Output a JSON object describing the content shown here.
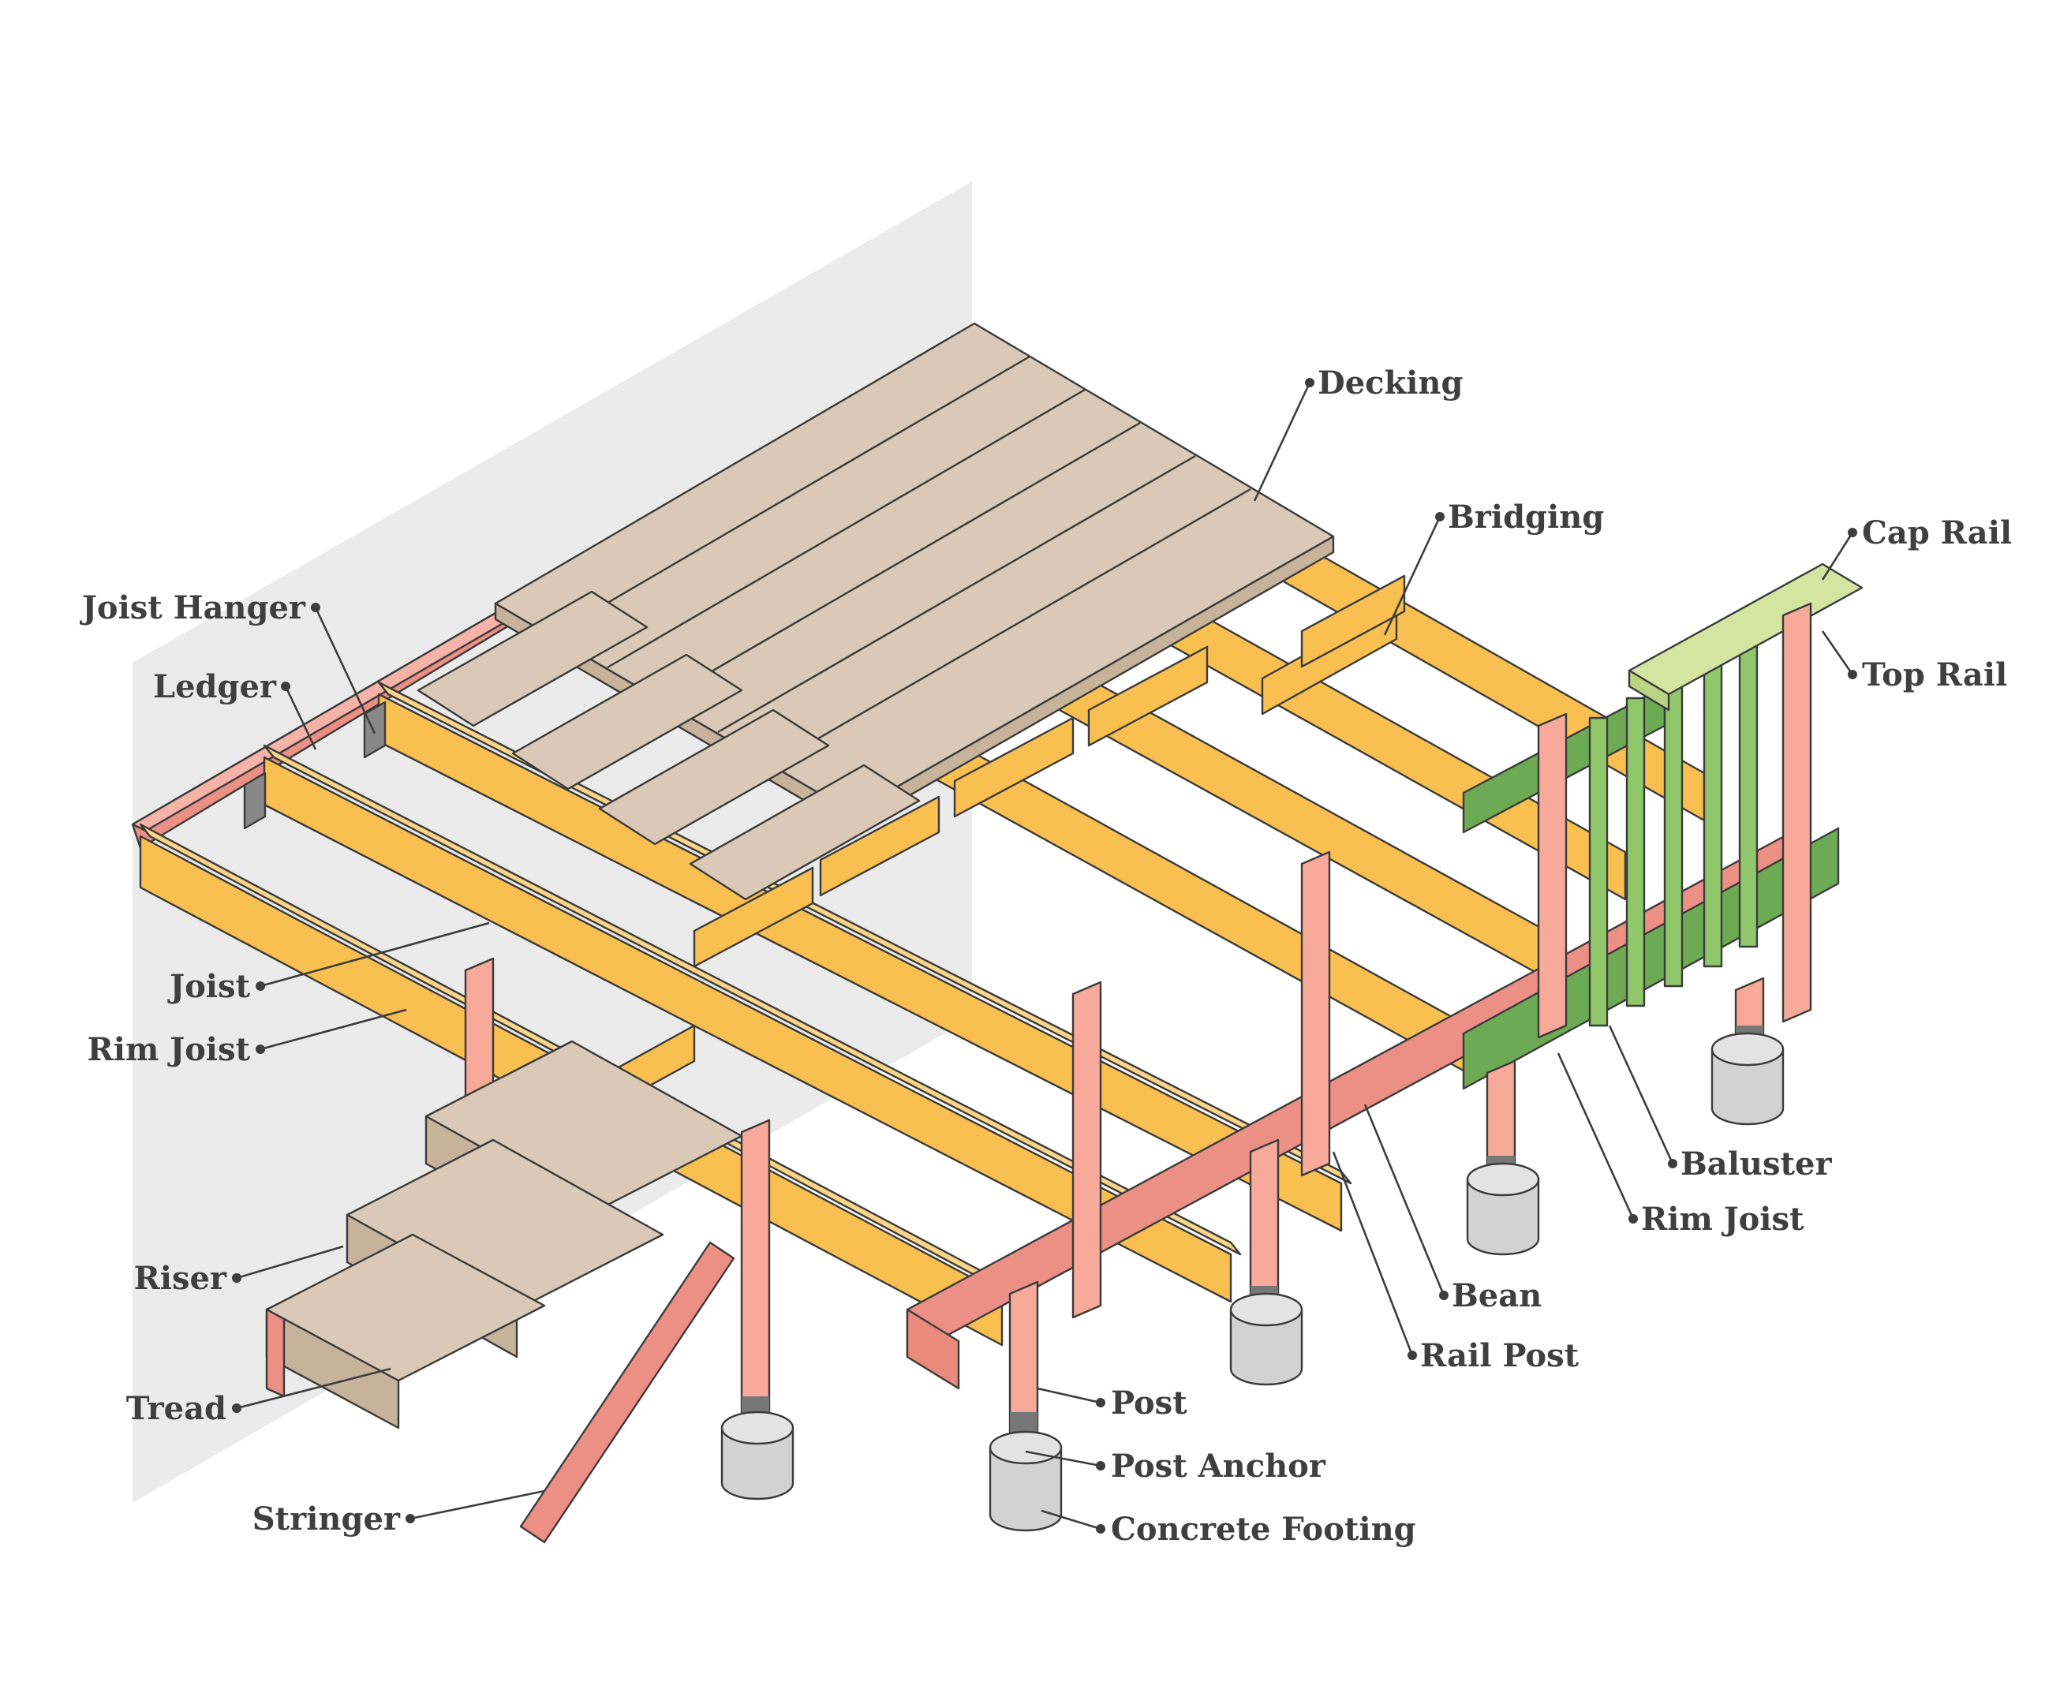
{
  "colors": {
    "joist": "#f9bf50",
    "joist_top": "#fbd488",
    "rim_pink": "#ec8f85",
    "post": "#f7aa9a",
    "post_dark": "#e98a7c",
    "decking": "#d9c9b6",
    "decking_side": "#c7b39b",
    "rail_green": "#6cab53",
    "baluster_green": "#8fc76a",
    "cap_rail": "#d3e5a0",
    "concrete": "#d2d2d2",
    "anchor": "#777777",
    "wall": "#ebebeb",
    "outline": "#3b3b3b"
  },
  "labels": {
    "decking": "Decking",
    "bridging": "Bridging",
    "cap_rail": "Cap Rail",
    "top_rail": "Top Rail",
    "joist_hanger": "Joist Hanger",
    "ledger": "Ledger",
    "joist": "Joist",
    "rim_joist_left": "Rim Joist",
    "riser": "Riser",
    "tread": "Tread",
    "stringer": "Stringer",
    "post": "Post",
    "post_anchor": "Post Anchor",
    "concrete_footing": "Concrete Footing",
    "baluster": "Baluster",
    "rim_joist_right": "Rim Joist",
    "bean": "Bean",
    "rail_post": "Rail Post"
  }
}
